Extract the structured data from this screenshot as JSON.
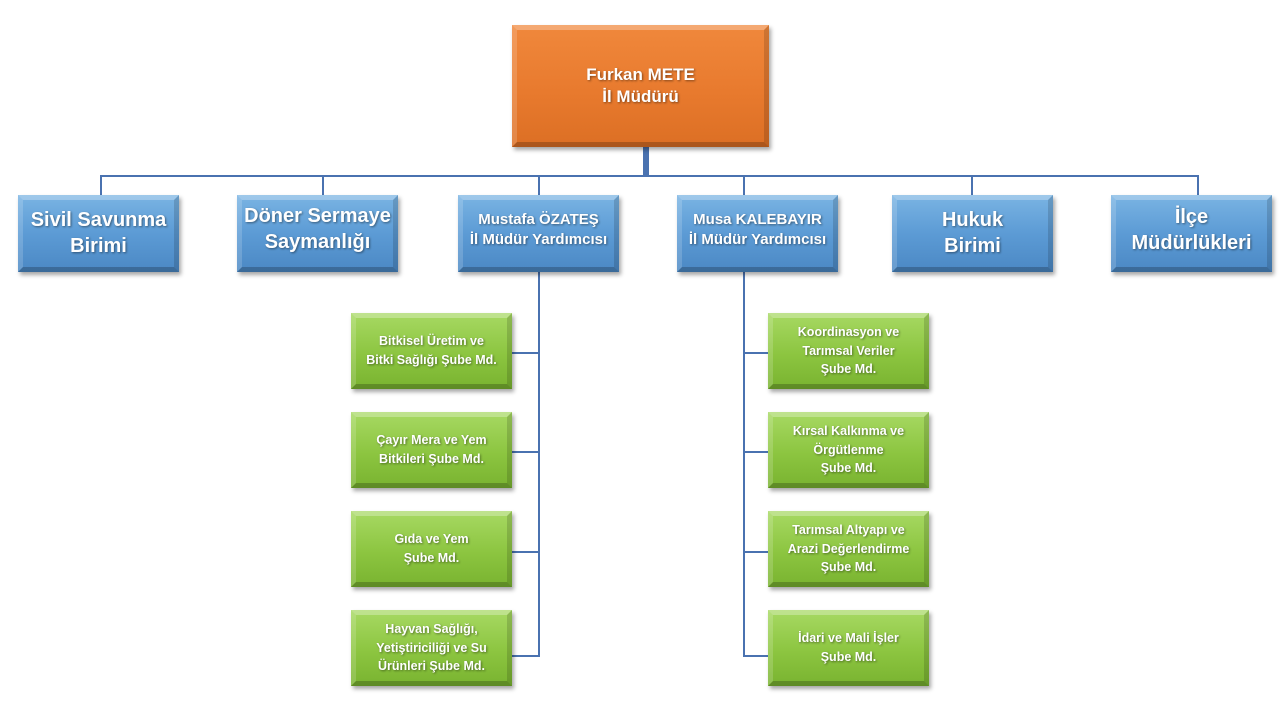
{
  "chart": {
    "title": "İl Müdürlüğü Organizasyon Şeması",
    "root": {
      "label": "Furkan METE\nİl Müdürü",
      "color": "#ed7d31"
    },
    "level1": [
      {
        "label": "Sivil Savunma\nBirimi"
      },
      {
        "label": "Döner Sermaye\nSaymanlığı"
      },
      {
        "label": "Mustafa ÖZATEŞ\nİl Müdür Yardımcısı"
      },
      {
        "label": "Musa KALEBAYIR\nİl Müdür Yardımcısı"
      },
      {
        "label": "Hukuk\nBirimi"
      },
      {
        "label": "İlçe\nMüdürlükleri"
      }
    ],
    "level1_color": "#5b9bd5",
    "ozates_units": [
      {
        "label": "Bitkisel Üretim ve\nBitki Sağlığı Şube Md."
      },
      {
        "label": "Çayır Mera ve Yem\nBitkileri Şube Md."
      },
      {
        "label": "Gıda ve Yem\nŞube Md."
      },
      {
        "label": "Hayvan Sağlığı,\nYetiştiriciliği ve Su\nÜrünleri Şube Md."
      }
    ],
    "kalebayir_units": [
      {
        "label": "Koordinasyon ve\nTarımsal Veriler\nŞube Md."
      },
      {
        "label": "Kırsal Kalkınma ve\nÖrgütlenme\nŞube Md."
      },
      {
        "label": "Tarımsal Altyapı ve\nArazi Değerlendirme\nŞube Md."
      },
      {
        "label": "İdari ve Mali İşler\nŞube Md."
      }
    ],
    "unit_color": "#8cc540",
    "connector_color": "#4a72b0"
  }
}
